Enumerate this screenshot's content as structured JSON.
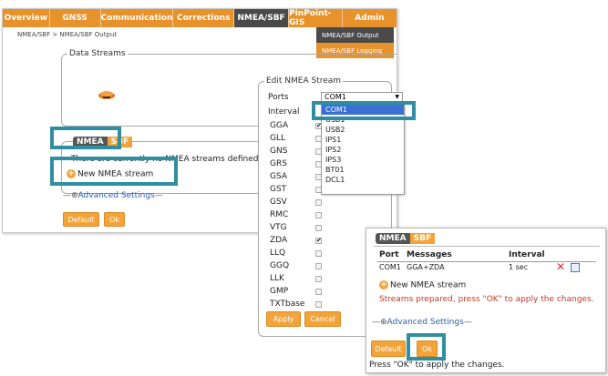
{
  "nav": {
    "items": [
      "Overview",
      "GNSS",
      "Communication",
      "Corrections",
      "NMEA/SBF",
      "PinPoint-GIS",
      "Admin"
    ],
    "active": "NMEA/SBF"
  },
  "submenu": [
    "NMEA/SBF Output",
    "NMEA/SBF Logging"
  ],
  "breadcrumb": "NMEA/SBF > NMEA/SBF Output",
  "data_streams": {
    "legend": "Data Streams"
  },
  "tabs": {
    "nmea": "NMEA",
    "sbf": "SBF"
  },
  "streams": {
    "empty_message": "There are currently no NMEA streams defined.",
    "new_stream": "New NMEA stream",
    "advanced": "Advanced Settings",
    "default_btn": "Default",
    "ok_btn": "Ok"
  },
  "edit": {
    "legend": "Edit NMEA Stream",
    "ports_label": "Ports",
    "ports_value": "COM1",
    "interval_label": "Interval",
    "messages": [
      {
        "name": "GGA",
        "checked": true
      },
      {
        "name": "GLL",
        "checked": false
      },
      {
        "name": "GNS",
        "checked": false
      },
      {
        "name": "GRS",
        "checked": false
      },
      {
        "name": "GSA",
        "checked": false
      },
      {
        "name": "GST",
        "checked": false
      },
      {
        "name": "GSV",
        "checked": false
      },
      {
        "name": "RMC",
        "checked": false
      },
      {
        "name": "VTG",
        "checked": false
      },
      {
        "name": "ZDA",
        "checked": true
      },
      {
        "name": "LLQ",
        "checked": false
      },
      {
        "name": "GGQ",
        "checked": false
      },
      {
        "name": "LLK",
        "checked": false
      },
      {
        "name": "GMP",
        "checked": false
      },
      {
        "name": "TXTbase",
        "checked": false
      }
    ],
    "apply_btn": "Apply",
    "cancel_btn": "Cancel",
    "dropdown_options": [
      "COM1",
      "USB1",
      "USB2",
      "IPS1",
      "IPS2",
      "IPS3",
      "BT01",
      "DCL1"
    ],
    "dropdown_selected": "COM1"
  },
  "popup": {
    "col_port": "Port",
    "col_messages": "Messages",
    "col_interval": "Interval",
    "row": {
      "port": "COM1",
      "messages": "GGA+ZDA",
      "interval": "1 sec"
    },
    "new_stream": "New NMEA stream",
    "warning": "Streams prepared, press \"OK\" to apply the changes.",
    "advanced": "Advanced Settings",
    "default_btn": "Default",
    "ok_btn": "Ok",
    "status": "Press \"OK\" to apply the changes."
  },
  "colors": {
    "accent": "#e8922b",
    "dark": "#4a4a4a",
    "highlight": "#2f8ea0",
    "warning": "#c0392b",
    "link": "#2a5db0"
  }
}
